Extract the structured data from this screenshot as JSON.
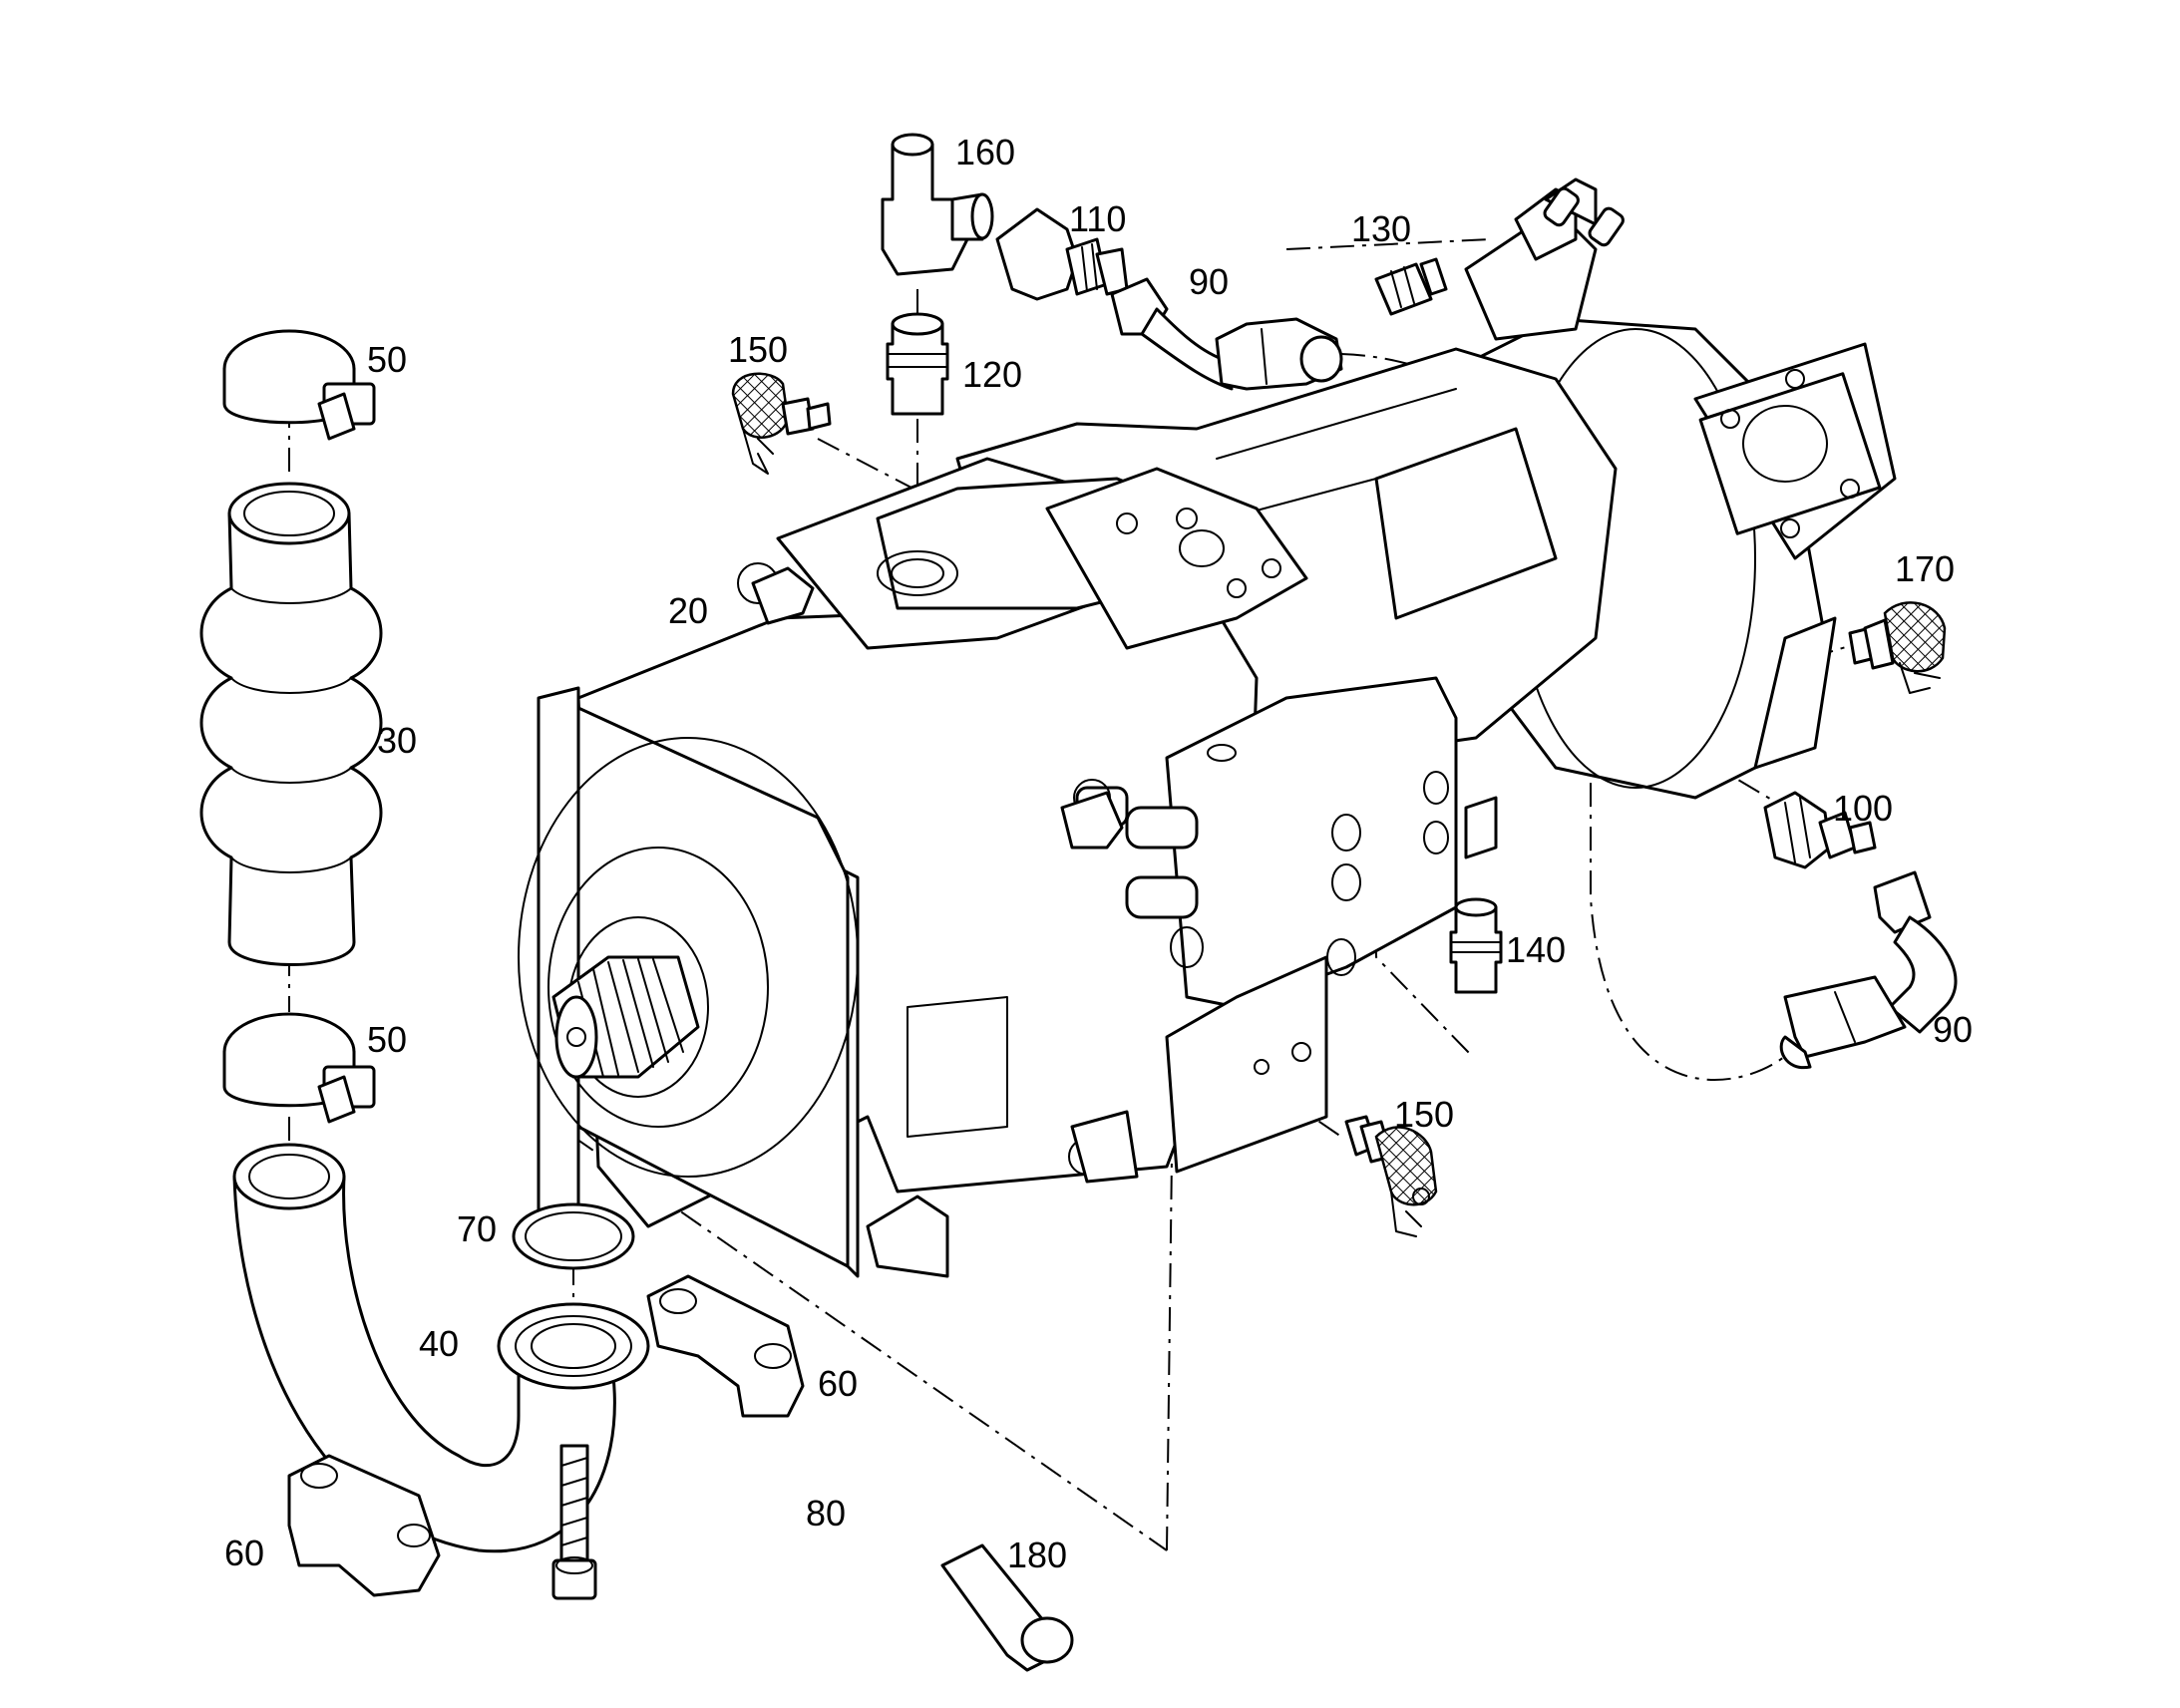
{
  "callouts": {
    "c20": "20",
    "c30": "30",
    "c40": "40",
    "c50a": "50",
    "c50b": "50",
    "c60a": "60",
    "c60b": "60",
    "c70": "70",
    "c80": "80",
    "c90a": "90",
    "c90b": "90",
    "c100": "100",
    "c110": "110",
    "c120": "120",
    "c130": "130",
    "c140": "140",
    "c150a": "150",
    "c150b": "150",
    "c160": "160",
    "c170": "170",
    "c180": "180"
  },
  "colors": {
    "line": "#000000",
    "background": "#ffffff"
  }
}
